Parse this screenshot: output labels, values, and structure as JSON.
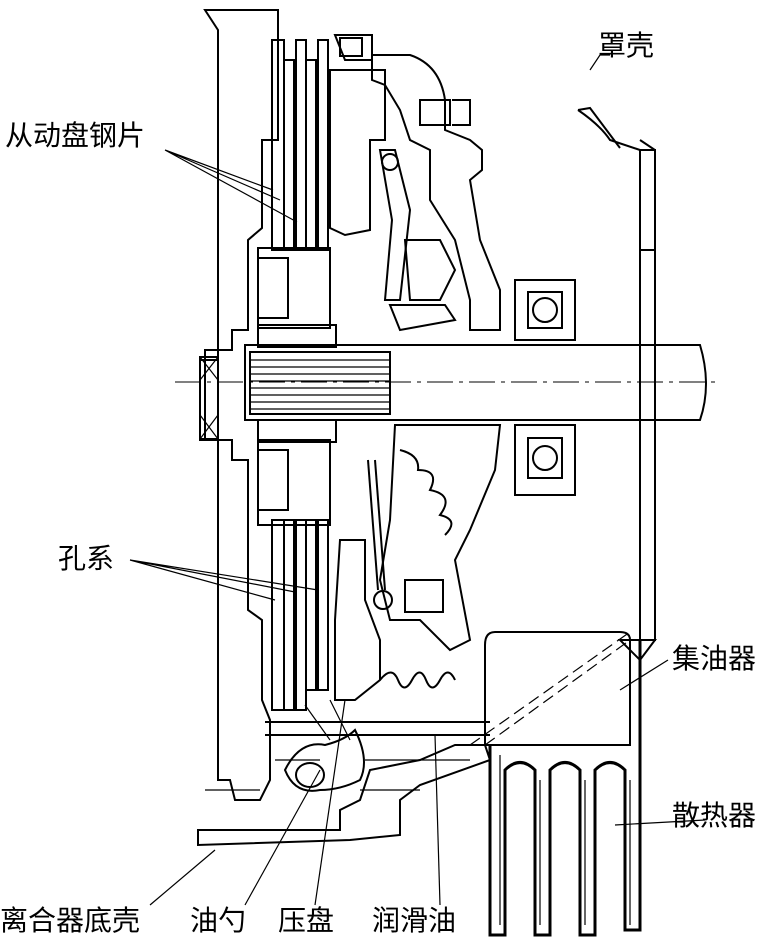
{
  "labels": {
    "cover": "罩壳",
    "driven_plates": "从动盘钢片",
    "holes": "孔系",
    "collector": "集油器",
    "radiator": "散热器",
    "housing_bottom": "离合器底壳",
    "oil_scoop": "油勺",
    "pressure_plate": "压盘",
    "lube_oil": "润滑油"
  },
  "colors": {
    "line": "#000000",
    "background": "#ffffff"
  }
}
